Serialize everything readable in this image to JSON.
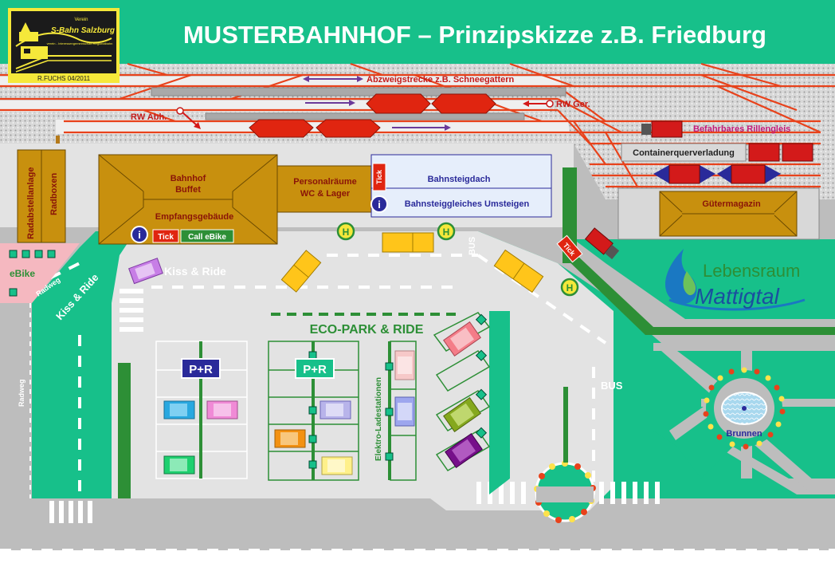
{
  "title": "MUSTERBAHNHOF – Prinzipskizze z.B. Friedburg",
  "logo": {
    "org_prefix": "Verein",
    "org_name": "S-Bahn Salzburg",
    "tagline": "verein - Interessengemeinschaft Regionalbahn",
    "author": "R.FUCHS 04/2011"
  },
  "tracks": {
    "branch_line": "Abzweigstrecke z.B. Schneegattern",
    "rw_abh": "RW Abh.",
    "rw_ger": "RW Ger.",
    "rillengleis": "Befahrbares Rillengleis",
    "container": "Containerquerverladung"
  },
  "buildings": {
    "radabstell": "Radabstellanlage",
    "radboxen": "Radboxen",
    "bahnhof": "Bahnhof",
    "buffet": "Buffet",
    "empfang": "Empfangsgebäude",
    "personal": "Personalräume",
    "wc": "WC & Lager",
    "bahnsteigdach": "Bahnsteigdach",
    "umsteigen": "Bahnsteiggleiches Umsteigen",
    "guetermagazin": "Gütermagazin"
  },
  "signs": {
    "info": "i",
    "tick": "Tick",
    "call_ebike": "Call eBike",
    "halt": "H",
    "bus": "BUS",
    "ebike": "eBike",
    "radweg": "Radweg",
    "kiss_ride": "Kiss & Ride",
    "kiss_ride_road": "Kiss & Ride",
    "eco_park": "ECO-PARK & RIDE",
    "p_ride": "P+R",
    "elektro": "Elektro-Ladestationen",
    "brunnen": "Brunnen"
  },
  "region_logo": {
    "line1": "Lebensraum",
    "line2": "Mattigtal"
  },
  "colors": {
    "green": "#17c08a",
    "road": "#bdbdbd",
    "plaza": "#e3e3e3",
    "track": "#e8421b",
    "building": "#c8900e",
    "train": "#e02510",
    "navy": "#2a2a9a",
    "dark_green": "#2d8f36"
  }
}
